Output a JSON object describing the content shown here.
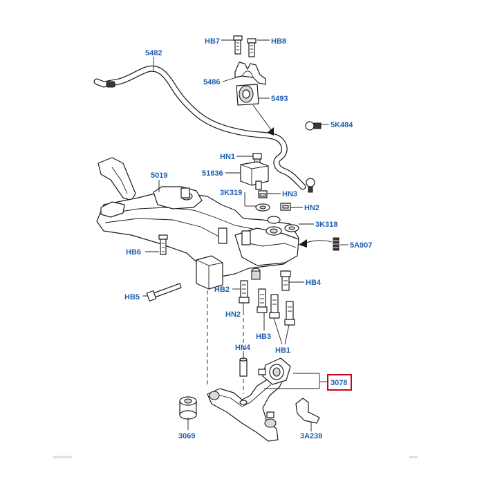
{
  "labels": {
    "hb7": "HB7",
    "hb8": "HB8",
    "p5482": "5482",
    "p5486": "5486",
    "p5493": "5493",
    "p5k484": "5K484",
    "hn1": "HN1",
    "p5019": "5019",
    "p51836": "51836",
    "p3k319": "3K319",
    "hn3": "HN3",
    "hn2a": "HN2",
    "p3k318": "3K318",
    "p5a907": "5A907",
    "hb6": "HB6",
    "hb2": "HB2",
    "hb4": "HB4",
    "hb5": "HB5",
    "hn2b": "HN2",
    "hb3": "HB3",
    "hb1": "HB1",
    "hn4": "HN4",
    "p3078": "3078",
    "p3069": "3069",
    "p3a238": "3A238"
  },
  "colors": {
    "label": "#1f5fae",
    "highlight_box": "#d0021b",
    "line": "#1a1a1a"
  }
}
